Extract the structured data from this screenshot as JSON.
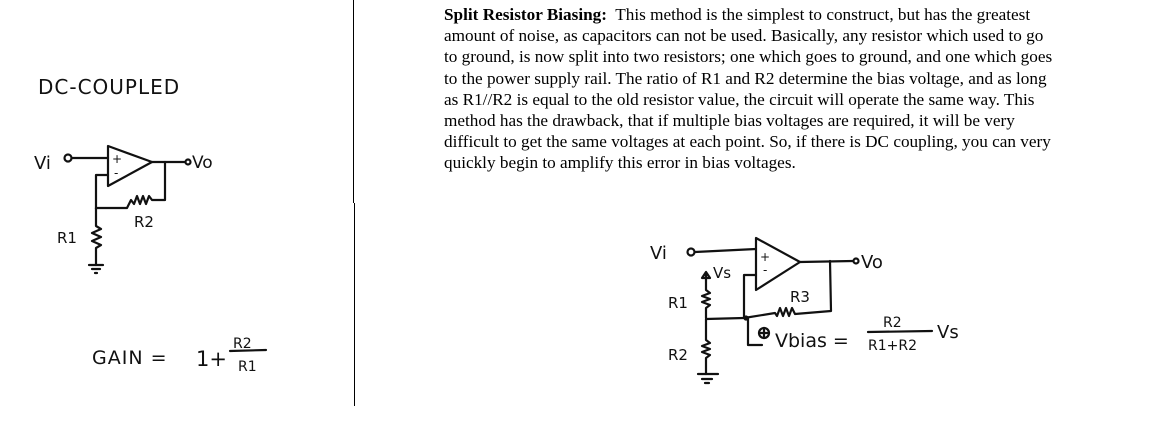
{
  "text_block": {
    "heading": "Split Resistor Biasing:",
    "lines": [
      "This method is the simplest to construct, but has the greatest",
      "amount of noise, as capacitors can not be used.  Basically, any resistor which used to go",
      "to ground, is now split into two resistors; one which goes to ground, and one which goes",
      "to the power supply rail.  The ratio of R1 and R2 determine the bias voltage, and as long",
      "as R1//R2 is equal to the old resistor value, the circuit will operate the same way.  This",
      "method has the drawback, that if multiple bias voltages are required, it will be very",
      "difficult to get the same voltages at each point.  So, if there is DC coupling, you can very",
      "quickly begin to amplify this error in bias voltages."
    ]
  },
  "left_figure": {
    "title": "DC-COUPLED",
    "input_label": "Vi",
    "output_label": "Vo",
    "plus_label": "+",
    "minus_label": "-",
    "r1_label": "R1",
    "r2_label": "R2",
    "gain_label": "GAIN =",
    "gain_one": "1+",
    "gain_num": "R2",
    "gain_den": "R1"
  },
  "right_figure": {
    "input_label": "Vi",
    "output_label": "Vo",
    "supply_label": "Vs",
    "plus_label": "+",
    "minus_label": "-",
    "r1_label": "R1",
    "r2_label": "R2",
    "r3_label": "R3",
    "vbias_label": "Vbias =",
    "formula_num": "R2",
    "formula_den": "R1+R2",
    "formula_tail": "Vs"
  }
}
